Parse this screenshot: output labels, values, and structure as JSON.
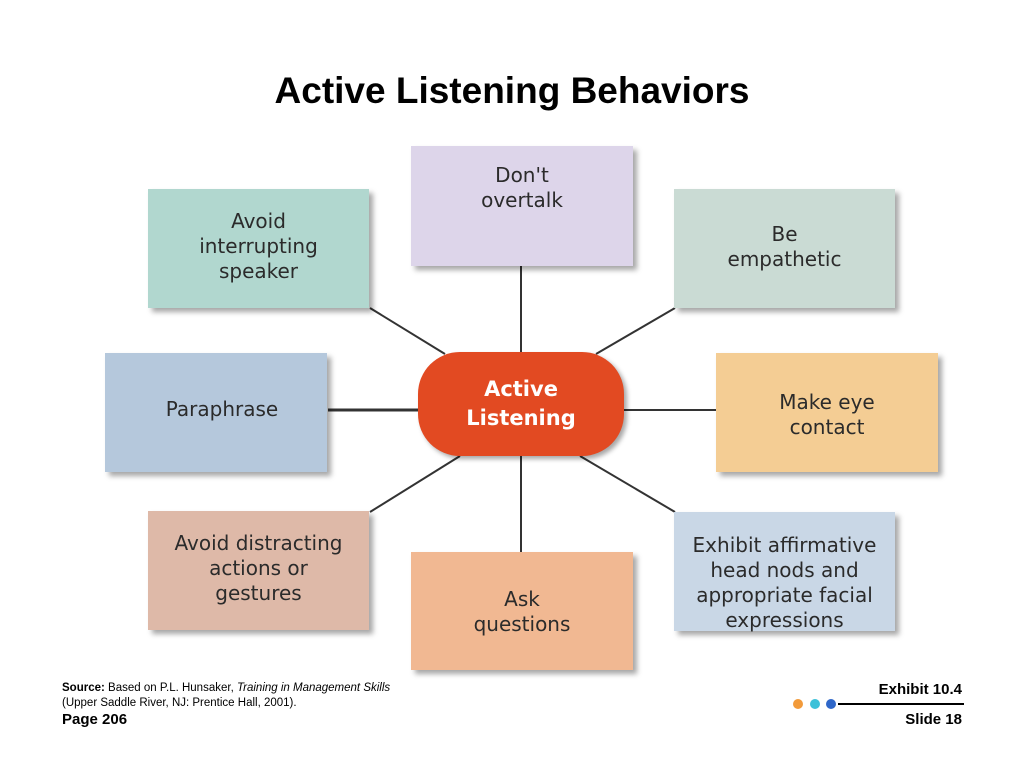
{
  "title": "Active Listening Behaviors",
  "center": {
    "label": "Active\nListening",
    "color": "#e24a22"
  },
  "boxes": [
    {
      "label": "Don't\novertalk",
      "color": "#ddd5ea"
    },
    {
      "label": "Be\nempathetic",
      "color": "#cadbd4"
    },
    {
      "label": "Make eye\ncontact",
      "color": "#f4cd94"
    },
    {
      "label": "Exhibit affirmative\nhead nods and\nappropriate facial\nexpressions",
      "color": "#c9d7e6"
    },
    {
      "label": "Ask\nquestions",
      "color": "#f1b892"
    },
    {
      "label": "Avoid distracting\nactions or\ngestures",
      "color": "#deb9a8"
    },
    {
      "label": "Paraphrase",
      "color": "#b5c8dc"
    },
    {
      "label": "Avoid\ninterrupting\nspeaker",
      "color": "#b1d7cf"
    }
  ],
  "footer": {
    "source_label": "Source:",
    "source_text": " Based on P.L. Hunsaker, ",
    "source_title": "Training in Management Skills",
    "source_publisher": " (Upper Saddle River, NJ: Prentice Hall, 2001).",
    "page": "Page 206",
    "exhibit": "Exhibit 10.4",
    "slide": "Slide 18",
    "dot_colors": [
      "#f29a3a",
      "#3cc1d9",
      "#2f67c9"
    ]
  }
}
